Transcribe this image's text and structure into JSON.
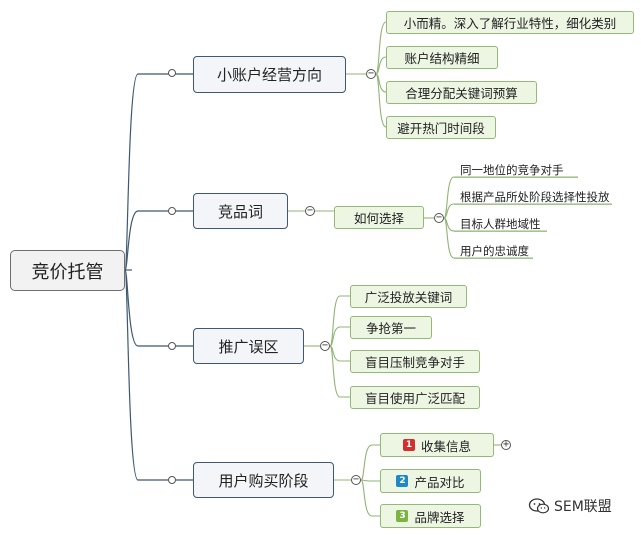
{
  "root": {
    "label": "竞价托管"
  },
  "branches": [
    {
      "label": "小账户经营方向",
      "children": [
        "小而精。深入了解行业特性，细化类别",
        "账户结构精细",
        "合理分配关键词预算",
        "避开热门时间段"
      ]
    },
    {
      "label": "竞品词",
      "middle": "如何选择",
      "children": [
        "同一地位的竞争对手",
        "根据产品所处阶段选择性投放",
        "目标人群地域性",
        "用户的忠诚度"
      ]
    },
    {
      "label": "推广误区",
      "children": [
        "广泛投放关键词",
        "争抢第一",
        "盲目压制竞争对手",
        "盲目使用广泛匹配"
      ]
    },
    {
      "label": "用户购买阶段",
      "children": [
        {
          "badge": "1",
          "badge_color": "#d32f2f",
          "label": "收集信息"
        },
        {
          "badge": "2",
          "badge_color": "#1e88c8",
          "label": "产品对比"
        },
        {
          "badge": "3",
          "badge_color": "#7cb342",
          "label": "品牌选择"
        }
      ]
    }
  ],
  "toggles": {
    "collapse": "−",
    "expand": "+"
  },
  "watermark": {
    "label": "SEM联盟",
    "icon": "wechat-icon"
  },
  "colors": {
    "main_line": "#3f5870",
    "sub_line": "#8fb574"
  }
}
